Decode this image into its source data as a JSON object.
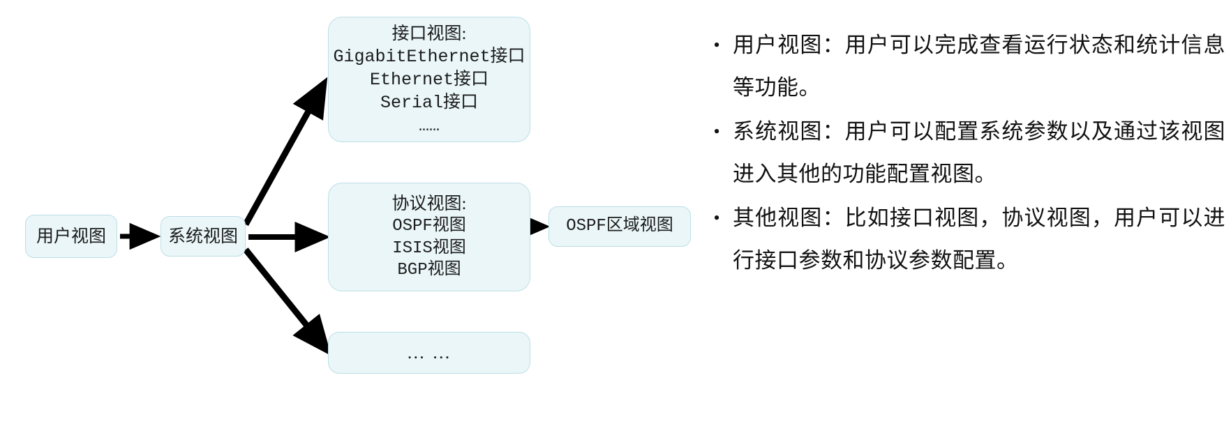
{
  "diagram": {
    "type": "flowchart",
    "nodes": [
      {
        "id": "user-view",
        "label": "用户视图"
      },
      {
        "id": "system-view",
        "label": "系统视图"
      },
      {
        "id": "interface-view",
        "title": "接口视图:",
        "items": [
          "GigabitEthernet接口",
          "Ethernet接口",
          "Serial接口",
          "……"
        ]
      },
      {
        "id": "protocol-view",
        "title": "协议视图:",
        "items": [
          "OSPF视图",
          "ISIS视图",
          "BGP视图"
        ]
      },
      {
        "id": "ospf-area-view",
        "label": "OSPF区域视图"
      },
      {
        "id": "more-view",
        "label": "… …"
      }
    ],
    "edges": [
      {
        "from": "user-view",
        "to": "system-view"
      },
      {
        "from": "system-view",
        "to": "interface-view"
      },
      {
        "from": "system-view",
        "to": "protocol-view"
      },
      {
        "from": "system-view",
        "to": "more-view"
      },
      {
        "from": "protocol-view",
        "to": "ospf-area-view"
      }
    ],
    "colors": {
      "node_fill": "#eaf6f8",
      "node_border": "#bcdfe6",
      "arrow": "#000000",
      "text": "#1b1b1b",
      "background": "#ffffff"
    }
  },
  "notes": {
    "bullet_glyph": "•",
    "items": [
      "用户视图：用户可以完成查看运行状态和统计信息等功能。",
      "系统视图：用户可以配置系统参数以及通过该视图进入其他的功能配置视图。",
      "其他视图：比如接口视图，协议视图，用户可以进行接口参数和协议参数配置。"
    ]
  }
}
